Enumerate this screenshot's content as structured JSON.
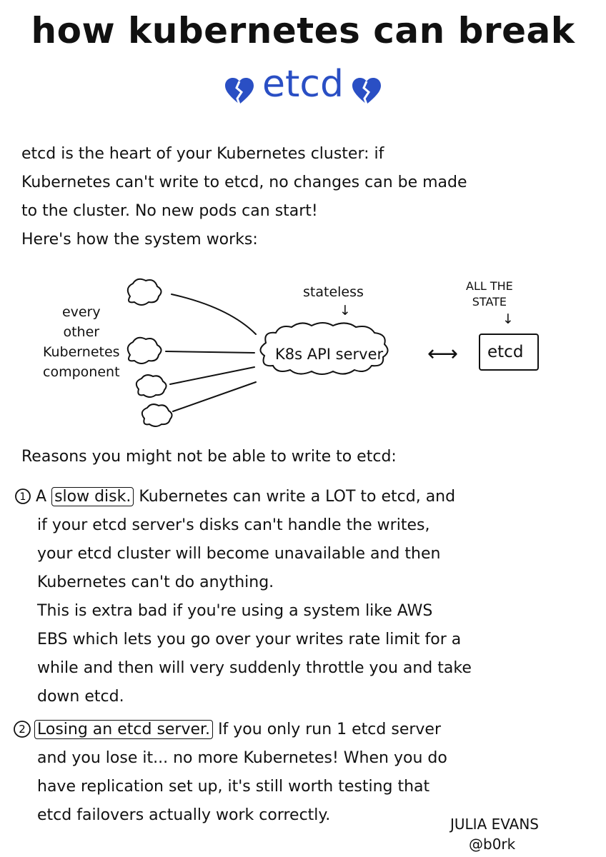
{
  "title": "how kubernetes can break",
  "subtitle": "etcd",
  "intro": {
    "lines": [
      "etcd is the heart of your Kubernetes cluster: if",
      "Kubernetes can't write to etcd, no changes can be made",
      "to the cluster. No new pods can start!",
      "Here's how the system works:"
    ]
  },
  "diagram": {
    "components_label": [
      "every",
      "other",
      "Kubernetes",
      "component"
    ],
    "stateless_label": "stateless",
    "stateless_arrow": "↓",
    "api_server_label": "K8s API server",
    "all_state_label": [
      "ALL THE",
      "STATE"
    ],
    "all_state_arrow": "↓",
    "etcd_label": "etcd",
    "link_arrow": "⟷"
  },
  "reasons": {
    "heading": "Reasons you might not be able to write to etcd:",
    "items": [
      {
        "number": "1",
        "highlight": "slow disk.",
        "prefix": "A",
        "first_line_rest": "Kubernetes can write a LOT to etcd, and",
        "lines": [
          "if your etcd server's disks can't handle the writes,",
          "your etcd cluster will become unavailable and then",
          "Kubernetes can't do anything.",
          "This is extra bad if you're using a system like AWS",
          "EBS which lets you go over your writes rate limit for a",
          "while and then will very suddenly throttle you and take",
          "down etcd."
        ]
      },
      {
        "number": "2",
        "highlight": "Losing an etcd server.",
        "first_line_rest": "If you only run 1 etcd server",
        "lines": [
          "and you lose it... no more Kubernetes! When you do",
          "have replication set up, it's still worth testing that",
          "etcd failovers actually work correctly."
        ]
      }
    ]
  },
  "signature": {
    "name": "JULIA EVANS",
    "handle": "@b0rk"
  },
  "colors": {
    "ink": "#111111",
    "accent_blue": "#2a4fc4"
  }
}
